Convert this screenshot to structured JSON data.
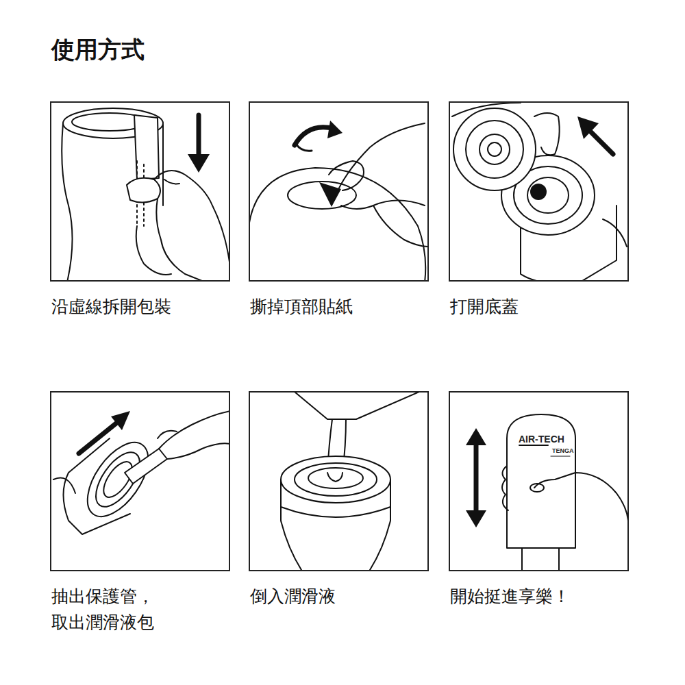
{
  "diagram": {
    "title": "使用方式",
    "nodes": [
      {
        "text": [
          "沿虛線拆開包裝"
        ]
      },
      {
        "text": [
          "撕掉頂部貼紙"
        ]
      },
      {
        "text": [
          "打開底蓋"
        ]
      },
      {
        "text": [
          "抽出保護管， 取出潤滑液包"
        ]
      },
      {
        "text": [
          "倒入潤滑液"
        ]
      },
      {
        "text": [
          "開始挺進享樂！"
        ]
      }
    ],
    "edges": [],
    "labels": [
      "AIR-TECH",
      "TENGA"
    ]
  }
}
